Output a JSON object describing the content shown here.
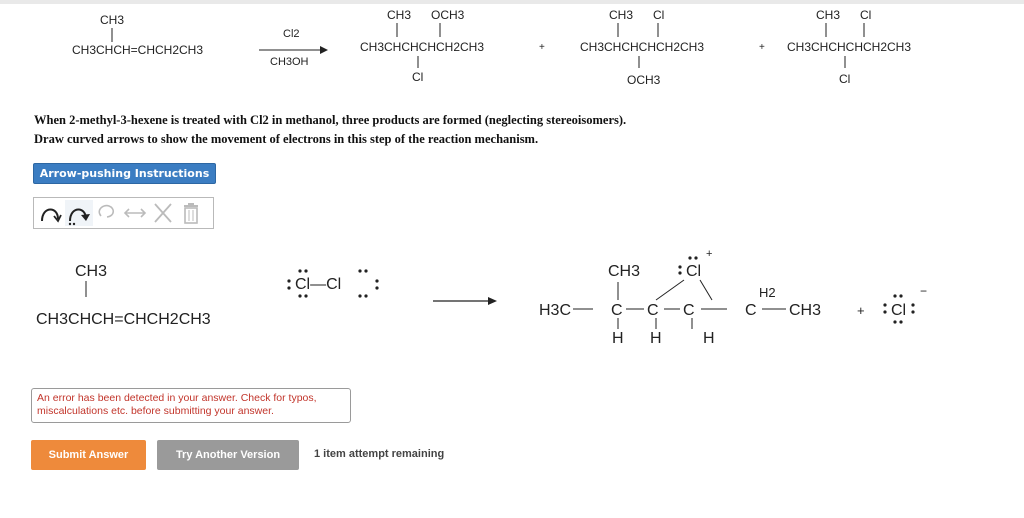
{
  "reaction": {
    "reactant_ch3": "CH3",
    "reactant_main": "CH3CHCH=CHCH2CH3",
    "reagent_top": "Cl2",
    "reagent_bottom": "CH3OH",
    "plus": "+",
    "product1": {
      "top_left": "CH3",
      "top_right": "OCH3",
      "main": "CH3CHCHCHCH2CH3",
      "bottom": "Cl"
    },
    "product2": {
      "top_left": "CH3",
      "top_right": "Cl",
      "main": "CH3CHCHCHCH2CH3",
      "bottom": "OCH3"
    },
    "product3": {
      "top_left": "CH3",
      "top_right": "Cl",
      "main": "CH3CHCHCHCH2CH3",
      "bottom": "Cl"
    }
  },
  "question": {
    "line1": "When 2-methyl-3-hexene is treated with Cl2 in methanol, three products are formed (neglecting stereoisomers).",
    "line2": "Draw curved arrows to show the movement of electrons in this step of the reaction mechanism."
  },
  "instructions_button": "Arrow-pushing Instructions",
  "toolbar": {
    "tools": [
      {
        "name": "single-electron-arrow-icon"
      },
      {
        "name": "double-electron-arrow-icon"
      },
      {
        "name": "lasso-icon"
      },
      {
        "name": "resonance-arrow-icon"
      },
      {
        "name": "erase-x-icon"
      },
      {
        "name": "trash-icon"
      }
    ]
  },
  "mechanism": {
    "reactant_ch3": "CH3",
    "reactant_main": "CH3CHCH=CHCH2CH3",
    "chlorine": "Cl—Cl",
    "cation": {
      "h3c": "H3C",
      "ch3": "CH3",
      "cl": "Cl",
      "h2": "H2",
      "ch3_right": "CH3",
      "h": "H",
      "c": "C"
    },
    "plus": "+",
    "chloride": "Cl",
    "charge_plus": "+",
    "charge_minus": "−"
  },
  "error_message": {
    "line1": "An error has been detected in your answer. Check for typos,",
    "line2": "miscalculations etc. before submitting your answer."
  },
  "buttons": {
    "submit": "Submit Answer",
    "another": "Try Another Version"
  },
  "attempts_text": "1 item attempt remaining"
}
